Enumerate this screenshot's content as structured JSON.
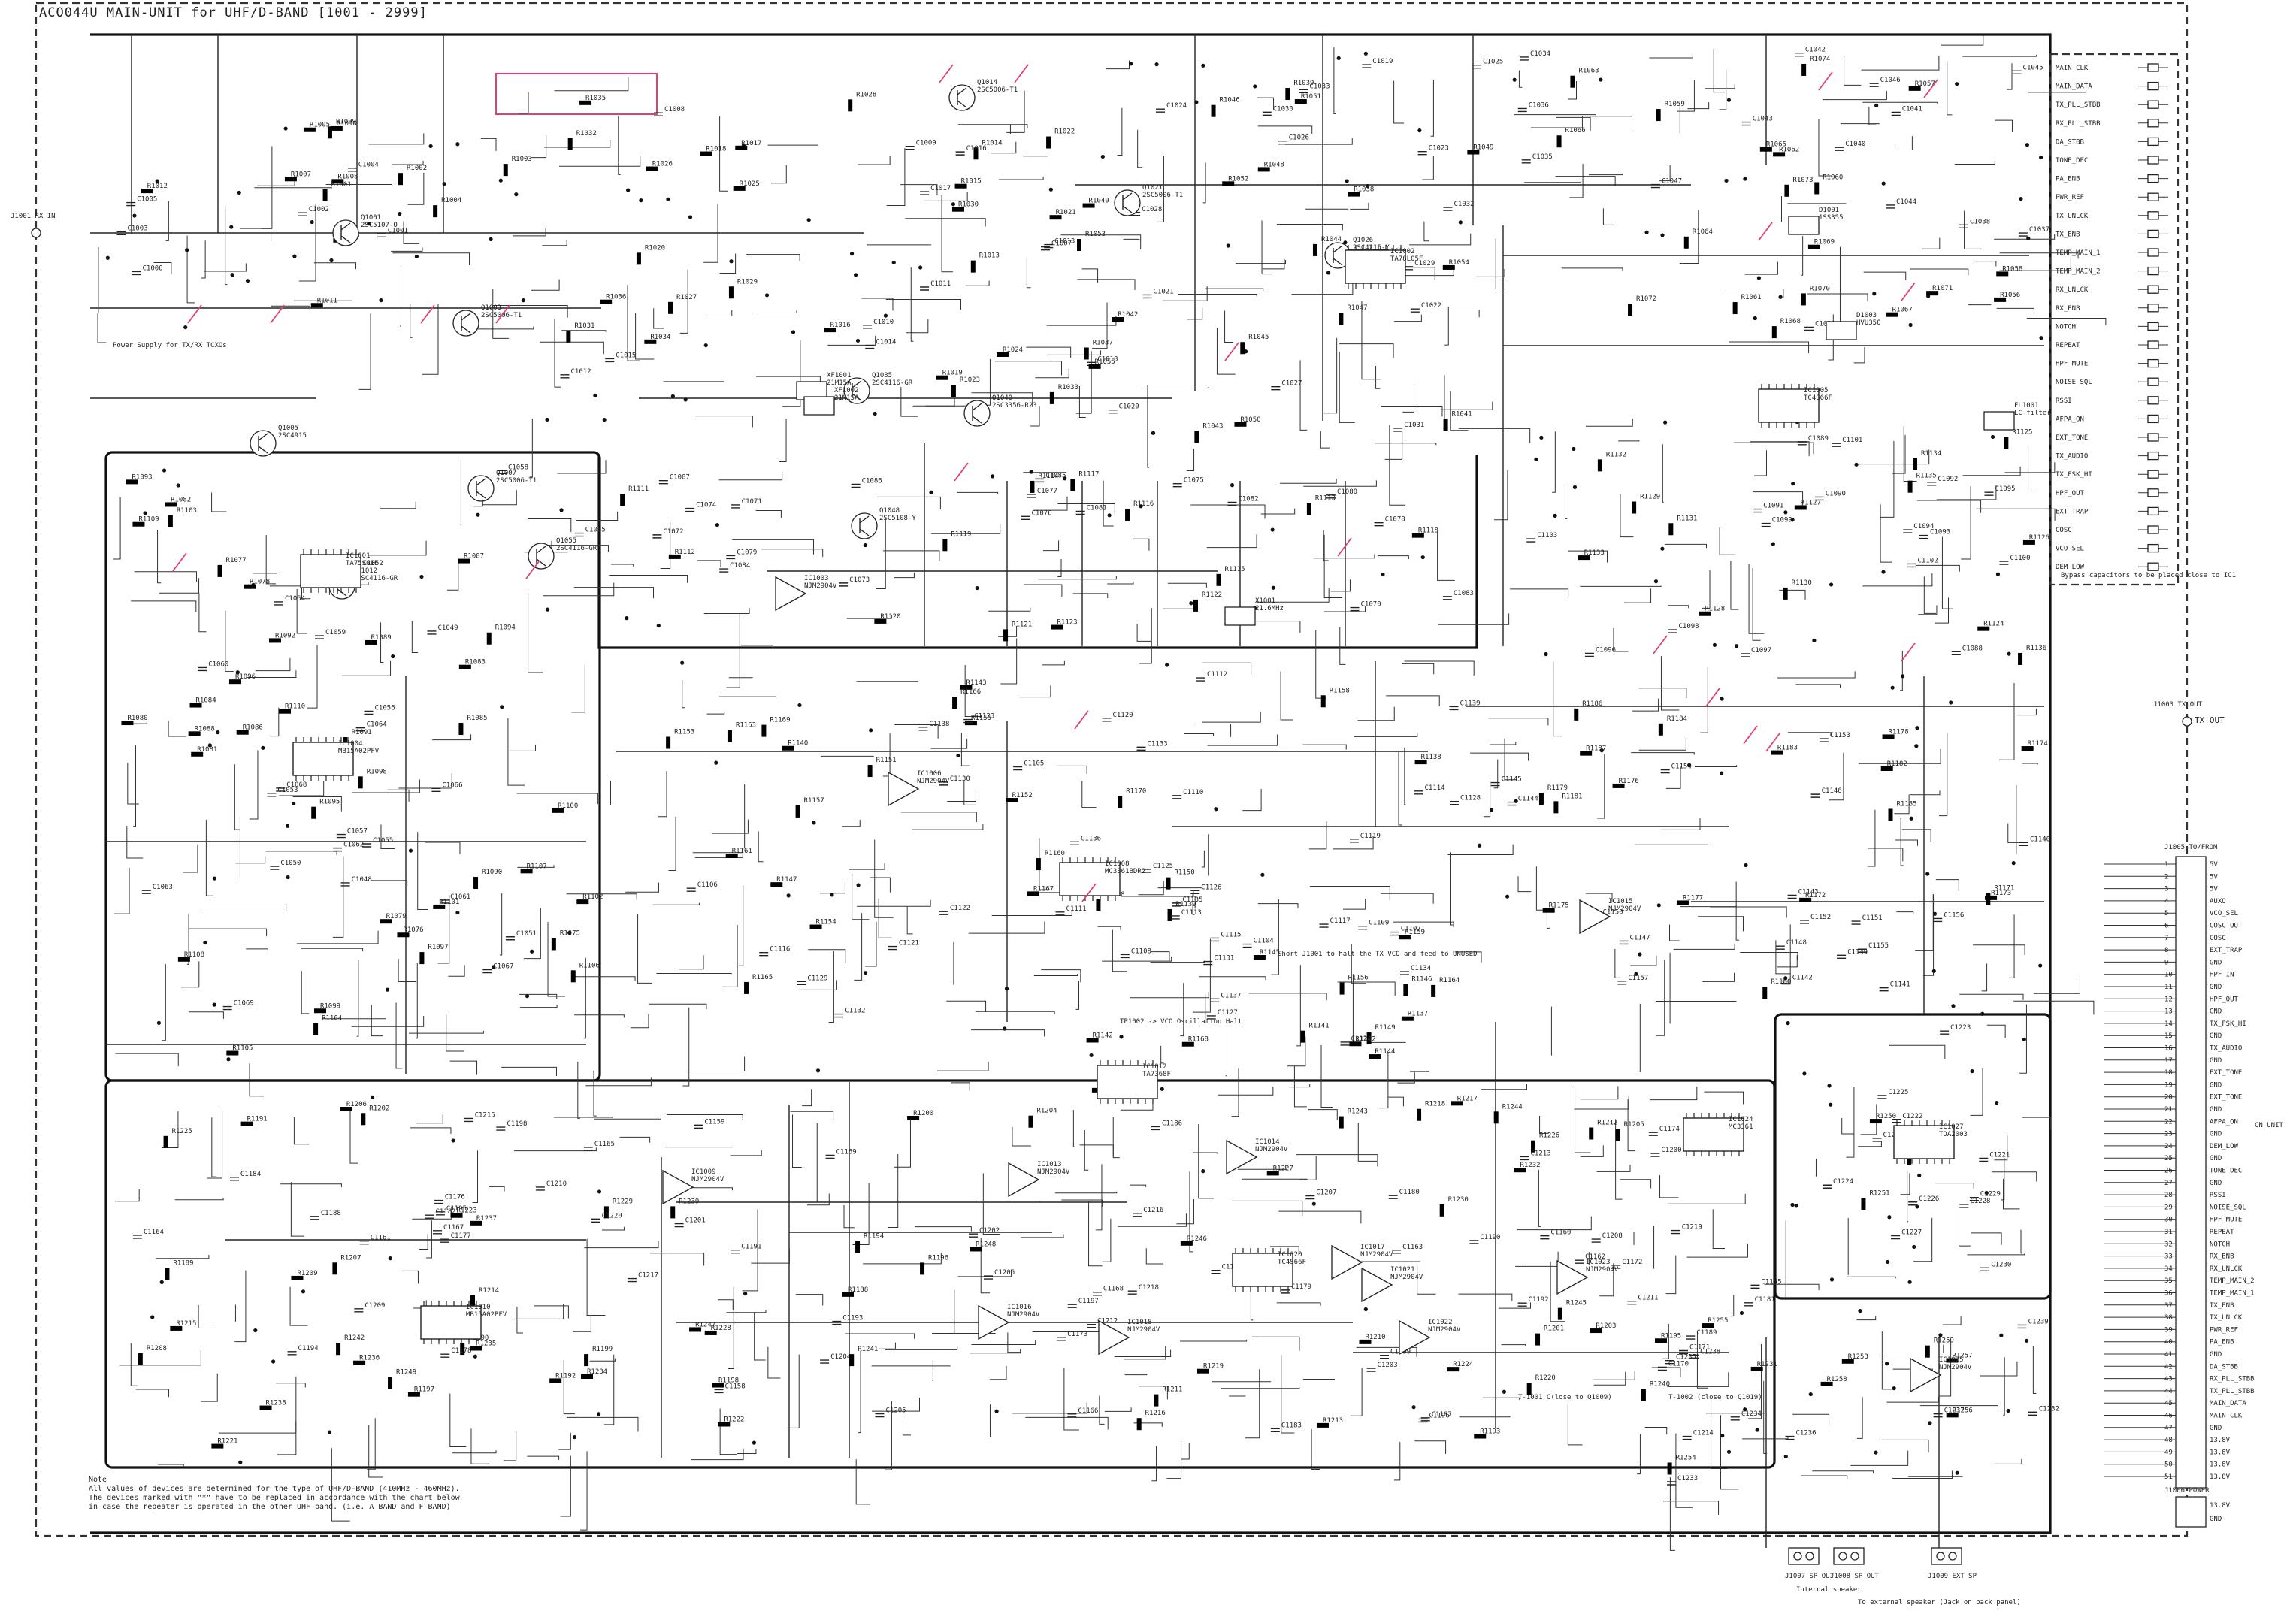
{
  "title": "ACO044U MAIN-UNIT for UHF/D-BAND [1001 - 2999]",
  "power_supply_label": "Power Supply for TX/RX TCXOs",
  "annotations": {
    "hold_note": "Short J1001 to halt the TX VCO and feed to UNUSED",
    "vco_halt": "TP1002 -> VCO Oscillation Halt",
    "bypass_note": "Bypass capacitors to be placed close to IC1",
    "ext_speaker": "To external speaker (Jack on back panel)",
    "internal_speaker": "Internal speaker",
    "t1_close": "T-1001 C(lose to Q1009)",
    "t2_close": "T-1002 (close to Q1019)"
  },
  "notes": {
    "heading": "Note",
    "line1": "All values of devices are determined for the type of UHF/D-BAND (410MHz - 460MHz).",
    "line2": "The devices marked with \"*\" have to be replaced in accordance with the chart below",
    "line3": "in case the repeater is operated in the other UHF band. (i.e. A BAND and F BAND)"
  },
  "connectors": {
    "rx_in": "J1001 RX IN",
    "tx_out": "J1003 TX OUT",
    "tx_out_label": "TX OUT",
    "j1005": "J1005 TO/FROM",
    "j1006": "J1006 POWER",
    "speaker_jacks": [
      "J1007 SP OUT",
      "J1008 SP OUT",
      "J1009 EXT SP"
    ],
    "cn_unit": "CN UNIT"
  },
  "bus_signals": [
    "MAIN_CLK",
    "MAIN_DATA",
    "TX_PLL_STBB",
    "RX_PLL_STBB",
    "DA_STBB",
    "TONE_DEC",
    "PA_ENB",
    "PWR_REF",
    "TX_UNLCK",
    "TX_ENB",
    "TEMP_MAIN_1",
    "TEMP_MAIN_2",
    "RX_UNLCK",
    "RX_ENB",
    "NOTCH",
    "REPEAT",
    "HPF_MUTE",
    "NOISE_SQL",
    "RSSI",
    "AFPA_ON",
    "EXT_TONE",
    "TX_AUDIO",
    "TX_FSK_HI",
    "HPF_OUT",
    "EXT_TRAP",
    "COSC",
    "VCO_SEL",
    "DEM_LOW"
  ],
  "j1005_pins": [
    "5V",
    "5V",
    "5V",
    "AUXO",
    "VCO_SEL",
    "COSC_OUT",
    "COSC",
    "EXT_TRAP",
    "GND",
    "HPF_IN",
    "GND",
    "HPF_OUT",
    "GND",
    "TX_FSK_HI",
    "GND",
    "TX_AUDIO",
    "GND",
    "EXT_TONE",
    "GND",
    "EXT_TONE",
    "GND",
    "AFPA_ON",
    "GND",
    "DEM_LOW",
    "GND",
    "TONE_DEC",
    "GND",
    "RSSI",
    "NOISE_SQL",
    "HPF_MUTE",
    "REPEAT",
    "NOTCH",
    "RX_ENB",
    "RX_UNLCK",
    "TEMP_MAIN_2",
    "TEMP_MAIN_1",
    "TX_ENB",
    "TX_UNLCK",
    "PWR_REF",
    "PA_ENB",
    "GND",
    "DA_STBB",
    "RX_PLL_STBB",
    "TX_PLL_STBB",
    "MAIN_DATA",
    "MAIN_CLK",
    "GND",
    "13.8V",
    "13.8V",
    "13.8V",
    "13.8V"
  ],
  "j1006_pins": [
    "13.8V",
    "GND"
  ],
  "components": [
    {
      "ref": "Q1001",
      "part": "2SC5107-O"
    },
    {
      "ref": "Q1003",
      "part": "2SC5006-T1"
    },
    {
      "ref": "Q1005",
      "part": "2SC4915"
    },
    {
      "ref": "Q1007",
      "part": "2SC5006-T1"
    },
    {
      "ref": "Q1012",
      "part": "2SC4116-GR"
    },
    {
      "ref": "Q1014",
      "part": "2SC5006-T1"
    },
    {
      "ref": "Q1021",
      "part": "2SC5006-T1"
    },
    {
      "ref": "Q1026",
      "part": "2SC4215-Y"
    },
    {
      "ref": "Q1035",
      "part": "2SC4116-GR"
    },
    {
      "ref": "Q1040",
      "part": "2SC3356-R23"
    },
    {
      "ref": "Q1048",
      "part": "2SC5108-Y"
    },
    {
      "ref": "Q1055",
      "part": "2SC4116-GR"
    },
    {
      "ref": "IC1001",
      "part": "TA75S01F"
    },
    {
      "ref": "IC1002",
      "part": "TA78L05F"
    },
    {
      "ref": "IC1003",
      "part": "NJM2904V"
    },
    {
      "ref": "IC1004",
      "part": "MB15A02PFV"
    },
    {
      "ref": "IC1005",
      "part": "TC4S66F"
    },
    {
      "ref": "IC1006",
      "part": "NJM2904V"
    },
    {
      "ref": "IC1008",
      "part": "MC3361BDR2"
    },
    {
      "ref": "IC1009",
      "part": "NJM2904V"
    },
    {
      "ref": "IC1010",
      "part": "MB15A02PFV"
    },
    {
      "ref": "IC1012",
      "part": "TA7368F"
    },
    {
      "ref": "IC1013",
      "part": "NJM2904V"
    },
    {
      "ref": "IC1014",
      "part": "NJM2904V"
    },
    {
      "ref": "IC1015",
      "part": "NJM2904V"
    },
    {
      "ref": "IC1016",
      "part": "NJM2904V"
    },
    {
      "ref": "IC1017",
      "part": "NJM2904V"
    },
    {
      "ref": "IC1018",
      "part": "NJM2904V"
    },
    {
      "ref": "IC1020",
      "part": "TC4S66F"
    },
    {
      "ref": "IC1021",
      "part": "NJM2904V"
    },
    {
      "ref": "IC1022",
      "part": "NJM2904V"
    },
    {
      "ref": "IC1023",
      "part": "NJM2904V"
    },
    {
      "ref": "IC1024",
      "part": "MC3361"
    },
    {
      "ref": "IC1025",
      "part": "NJM2904V"
    },
    {
      "ref": "IC1027",
      "part": "TDA2003"
    },
    {
      "ref": "XF1001",
      "part": "21M15A"
    },
    {
      "ref": "XF1002",
      "part": "21M15A"
    },
    {
      "ref": "X1001",
      "part": "21.6MHz"
    },
    {
      "ref": "D1001",
      "part": "1SS355"
    },
    {
      "ref": "D1003",
      "part": "HVU350"
    },
    {
      "ref": "FL1001",
      "part": "LC-filter"
    }
  ],
  "colors": {
    "line": "#222222",
    "marker": "#e0407a",
    "background": "#ffffff"
  }
}
